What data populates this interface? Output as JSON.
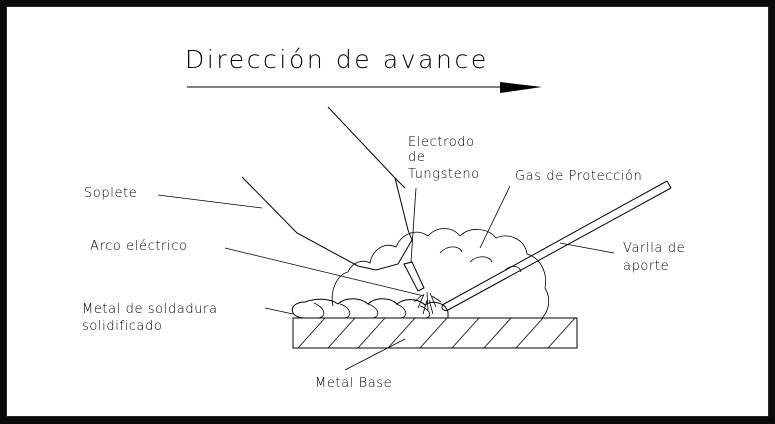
{
  "diagram": {
    "title": "Dirección de avance",
    "labels": {
      "electrodo_line1": "Electrodo",
      "electrodo_line2": "de",
      "electrodo_line3": "Tungsteno",
      "gas": "Gas de Protección",
      "soplete": "Soplete",
      "arco": "Arco eléctrico",
      "varilla_line1": "Varlla de",
      "varilla_line2": "aporte",
      "metal_soldadura_line1": "Metal de soldadura",
      "metal_soldadura_line2": "solidificado",
      "metal_base": "Metal Base"
    },
    "colors": {
      "background": "#0a0a0a",
      "panel": "#ffffff",
      "ink": "#000000"
    }
  }
}
